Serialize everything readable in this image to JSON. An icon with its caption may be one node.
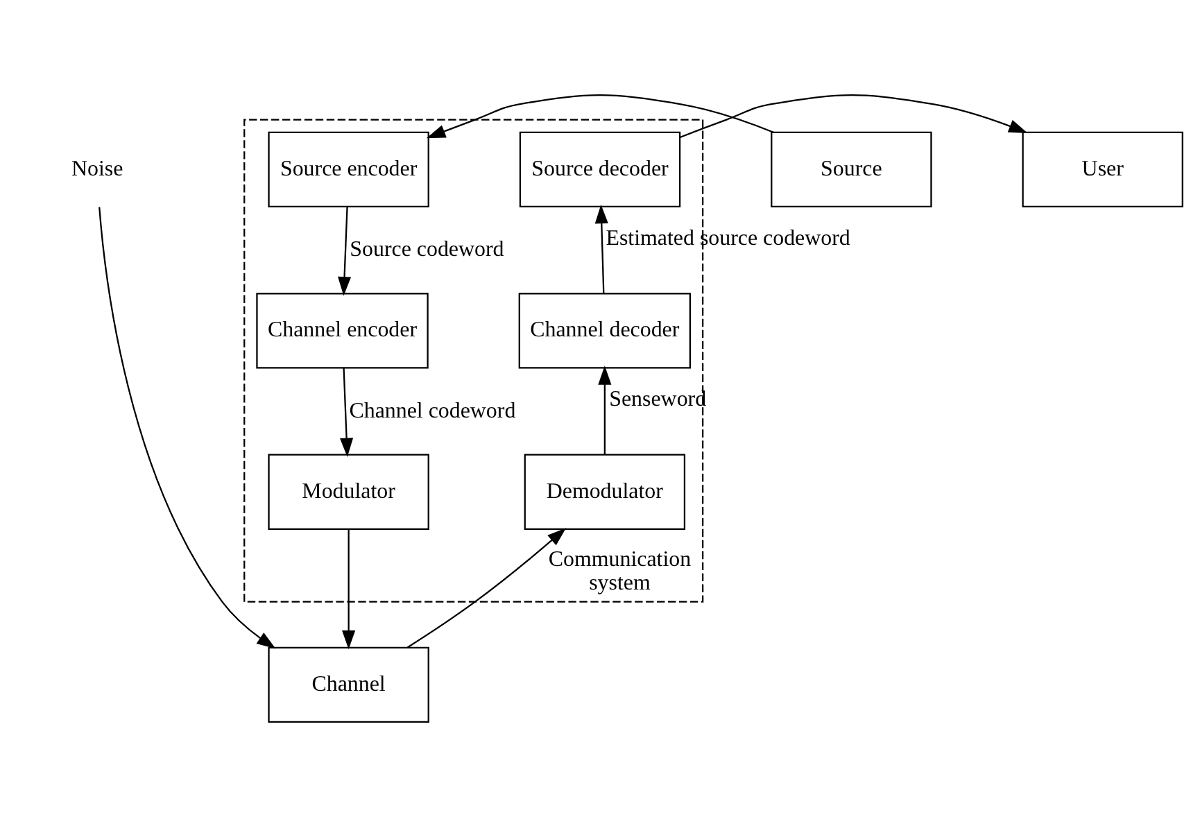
{
  "diagram": {
    "nodes": [
      {
        "text": [
          "Communication system"
        ]
      },
      {
        "text": [
          "Source"
        ]
      },
      {
        "text": [
          "Source encoder"
        ],
        "in": 0
      },
      {
        "text": [
          "Channel encoder"
        ],
        "in": 0
      },
      {
        "text": [
          "Modulator"
        ],
        "in": 0
      },
      {
        "text": [
          "Source decoder"
        ],
        "in": 0
      },
      {
        "text": [
          "Channel decoder"
        ],
        "in": 0
      },
      {
        "text": [
          "Demodulator"
        ],
        "in": 0
      },
      {
        "text": [
          "User"
        ]
      },
      {
        "text": [
          "Channel"
        ]
      },
      {
        "text": [
          "Noise"
        ]
      }
    ],
    "edges": [
      {
        "from": 1,
        "to": 2,
        "arrow": "to"
      },
      {
        "from": 2,
        "to": 3,
        "arrow": "to",
        "label": "Source codeword"
      },
      {
        "from": 3,
        "to": 4,
        "arrow": "to",
        "label": "Channel codeword"
      },
      {
        "from": 4,
        "to": 9,
        "arrow": "to"
      },
      {
        "from": 9,
        "to": 7,
        "arrow": "to"
      },
      {
        "from": 7,
        "to": 6,
        "arrow": "to",
        "label": "Senseword"
      },
      {
        "from": 6,
        "to": 5,
        "arrow": "to",
        "label": "Estimated source codeword"
      },
      {
        "from": 5,
        "to": 8,
        "arrow": "to"
      },
      {
        "from": 10,
        "to": 9,
        "arrow": "to"
      }
    ]
  }
}
